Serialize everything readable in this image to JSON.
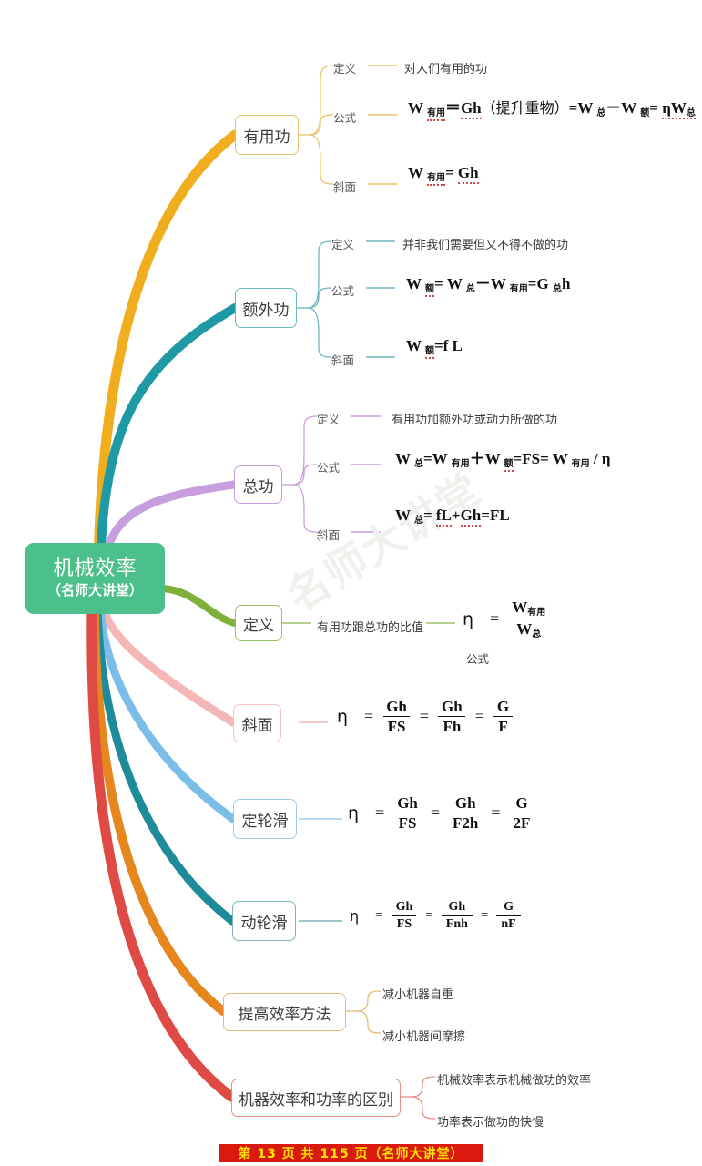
{
  "center": {
    "title": "机械效率",
    "subtitle": "（名师大讲堂）",
    "color": "#4cc08b"
  },
  "watermark": "名师大讲堂",
  "footer": {
    "text": "第 13 页 共 115 页（名师大讲堂）",
    "bg_color": "#d91a0e",
    "text_color": "#ffe400"
  },
  "branches": [
    {
      "id": "useful-work",
      "label": "有用功",
      "color": "#f0ad1e",
      "children": [
        {
          "label": "定义",
          "value": "对人们有用的功",
          "kind": "text"
        },
        {
          "label": "公式",
          "value": "W有用＝Gh（提升重物）=W总－W额= ηW总",
          "kind": "formula"
        },
        {
          "label": "斜面",
          "value": "W有用= Gh",
          "kind": "formula"
        }
      ]
    },
    {
      "id": "extra-work",
      "label": "额外功",
      "color": "#1f9aa5",
      "children": [
        {
          "label": "定义",
          "value": "并非我们需要但又不得不做的功",
          "kind": "text"
        },
        {
          "label": "公式",
          "value": "W额= W总－W有用=G总h",
          "kind": "formula"
        },
        {
          "label": "斜面",
          "value": "W额=f L",
          "kind": "formula"
        }
      ]
    },
    {
      "id": "total-work",
      "label": "总功",
      "color": "#c79ede",
      "children": [
        {
          "label": "定义",
          "value": "有用功加额外功或动力所做的功",
          "kind": "text"
        },
        {
          "label": "公式",
          "value": "W总=W有用＋W额=FS= W有用 / η",
          "kind": "formula"
        },
        {
          "label": "斜面",
          "value": "W总= fL+Gh=FL",
          "kind": "formula"
        }
      ]
    },
    {
      "id": "definition",
      "label": "定义",
      "color": "#7fb03c",
      "children": [
        {
          "label": "有用功跟总功的比值",
          "kind": "text"
        }
      ],
      "caption": "公式",
      "equation": {
        "lhs": "η",
        "terms": [
          {
            "num": "W",
            "num_sub": "有用",
            "den": "W",
            "den_sub": "总"
          }
        ]
      }
    },
    {
      "id": "inclined-plane",
      "label": "斜面",
      "color": "#f4b6b6",
      "equation": {
        "lhs": "η",
        "terms": [
          {
            "num": "Gh",
            "den": "FS"
          },
          {
            "num": "Gh",
            "den": "Fh"
          },
          {
            "num": "G",
            "den": "F"
          }
        ]
      }
    },
    {
      "id": "fixed-pulley",
      "label": "定轮滑",
      "color": "#7cbde8",
      "equation": {
        "lhs": "η",
        "terms": [
          {
            "num": "Gh",
            "den": "FS"
          },
          {
            "num": "Gh",
            "den": "F2h"
          },
          {
            "num": "G",
            "den": "2F"
          }
        ]
      }
    },
    {
      "id": "movable-pulley",
      "label": "动轮滑",
      "color": "#1f8a99",
      "equation": {
        "lhs": "η",
        "terms": [
          {
            "num": "Gh",
            "den": "FS"
          },
          {
            "num": "Gh",
            "den": "Fnh"
          },
          {
            "num": "G",
            "den": "nF"
          }
        ]
      }
    },
    {
      "id": "improve-efficiency",
      "label": "提高效率方法",
      "color": "#e5861f",
      "children": [
        {
          "label": "减小机器自重",
          "kind": "text"
        },
        {
          "label": "减小机器间摩擦",
          "kind": "text"
        }
      ]
    },
    {
      "id": "efficiency-vs-power",
      "label": "机器效率和功率的区别",
      "color": "#e04a44",
      "children": [
        {
          "label": "机械效率表示机械做功的效率",
          "kind": "text"
        },
        {
          "label": "功率表示做功的快慢",
          "kind": "text"
        }
      ]
    }
  ]
}
